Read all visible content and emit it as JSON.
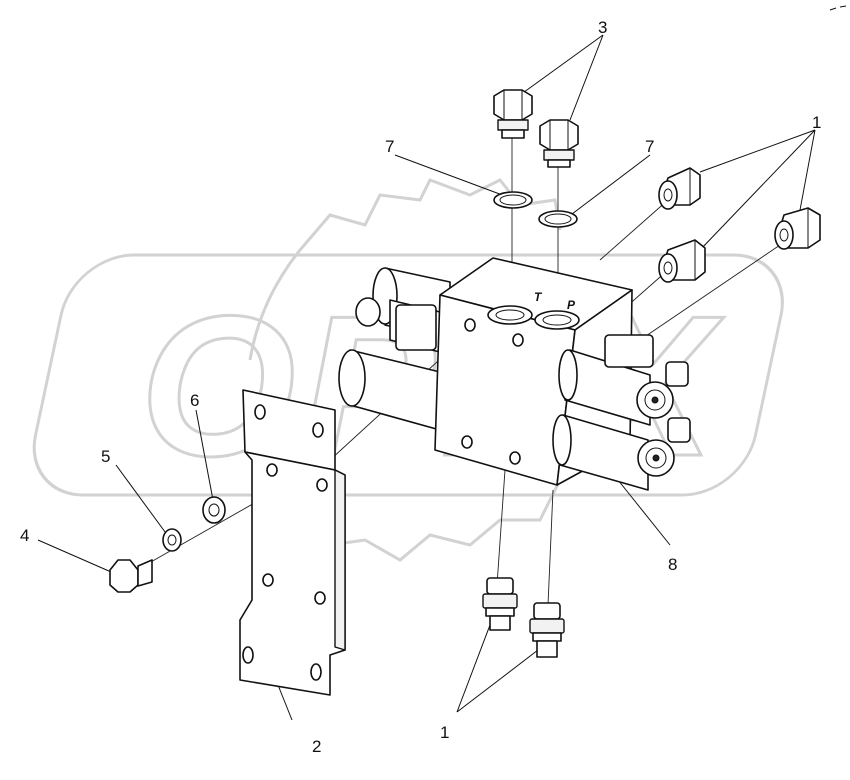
{
  "diagram": {
    "watermark_text": "OPEX",
    "port_labels": {
      "t": "T",
      "p": "P"
    },
    "callouts": {
      "c1_top": "1",
      "c1_bottom": "1",
      "c2": "2",
      "c3": "3",
      "c4": "4",
      "c5": "5",
      "c6": "6",
      "c7_left": "7",
      "c7_right": "7",
      "c8": "8"
    }
  }
}
